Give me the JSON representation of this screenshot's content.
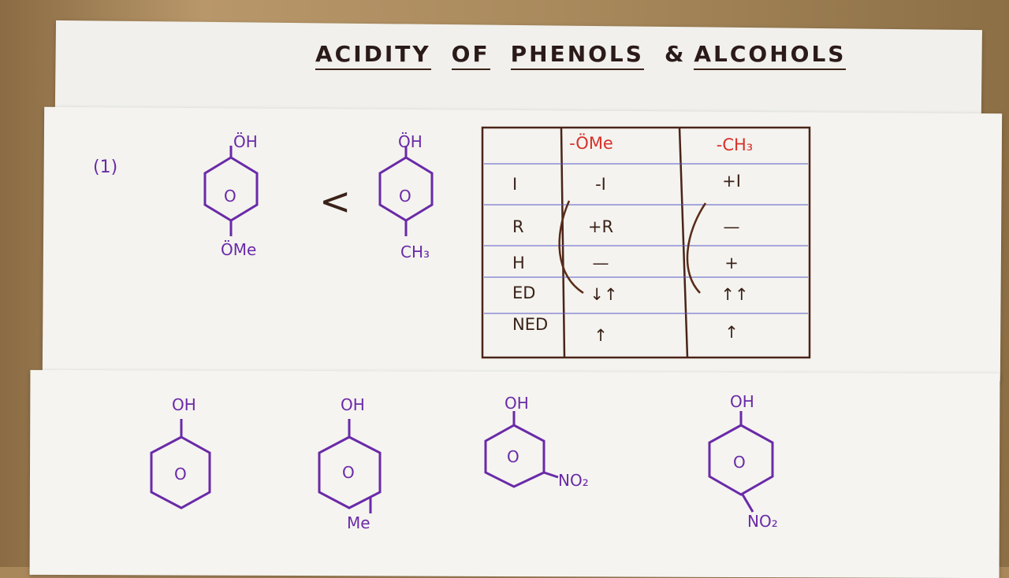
{
  "photo": {
    "title_words": [
      "ACIDITY",
      "OF",
      "PHENOLS",
      "&",
      "ALCOHOLS"
    ],
    "item_number": "(1)",
    "comparison_symbol": "<",
    "compare": {
      "left": {
        "top": "ÖH",
        "bottom": "ÖMe",
        "ring": "O"
      },
      "right": {
        "top": "ÖH",
        "bottom": "CH₃",
        "ring": "O"
      }
    },
    "table": {
      "headers": [
        "",
        "-ÖMe",
        "-CH₃"
      ],
      "rows": [
        {
          "label": "I",
          "ome": "-I",
          "ch3": "+I"
        },
        {
          "label": "R",
          "ome": "+R",
          "ch3": "—"
        },
        {
          "label": "H",
          "ome": "—",
          "ch3": "+"
        },
        {
          "label": "ED",
          "ome": "↓↑",
          "ch3": "↑↑"
        },
        {
          "label": "NED",
          "ome": "↑",
          "ch3": "↑"
        }
      ]
    },
    "bottom_molecules": [
      {
        "top": "OH",
        "ring": "O",
        "sub": ""
      },
      {
        "top": "OH",
        "ring": "O",
        "sub": "Me"
      },
      {
        "top": "OH",
        "ring": "O",
        "sub": "NO₂"
      },
      {
        "top": "OH",
        "ring": "O",
        "sub": "NO₂"
      }
    ]
  }
}
